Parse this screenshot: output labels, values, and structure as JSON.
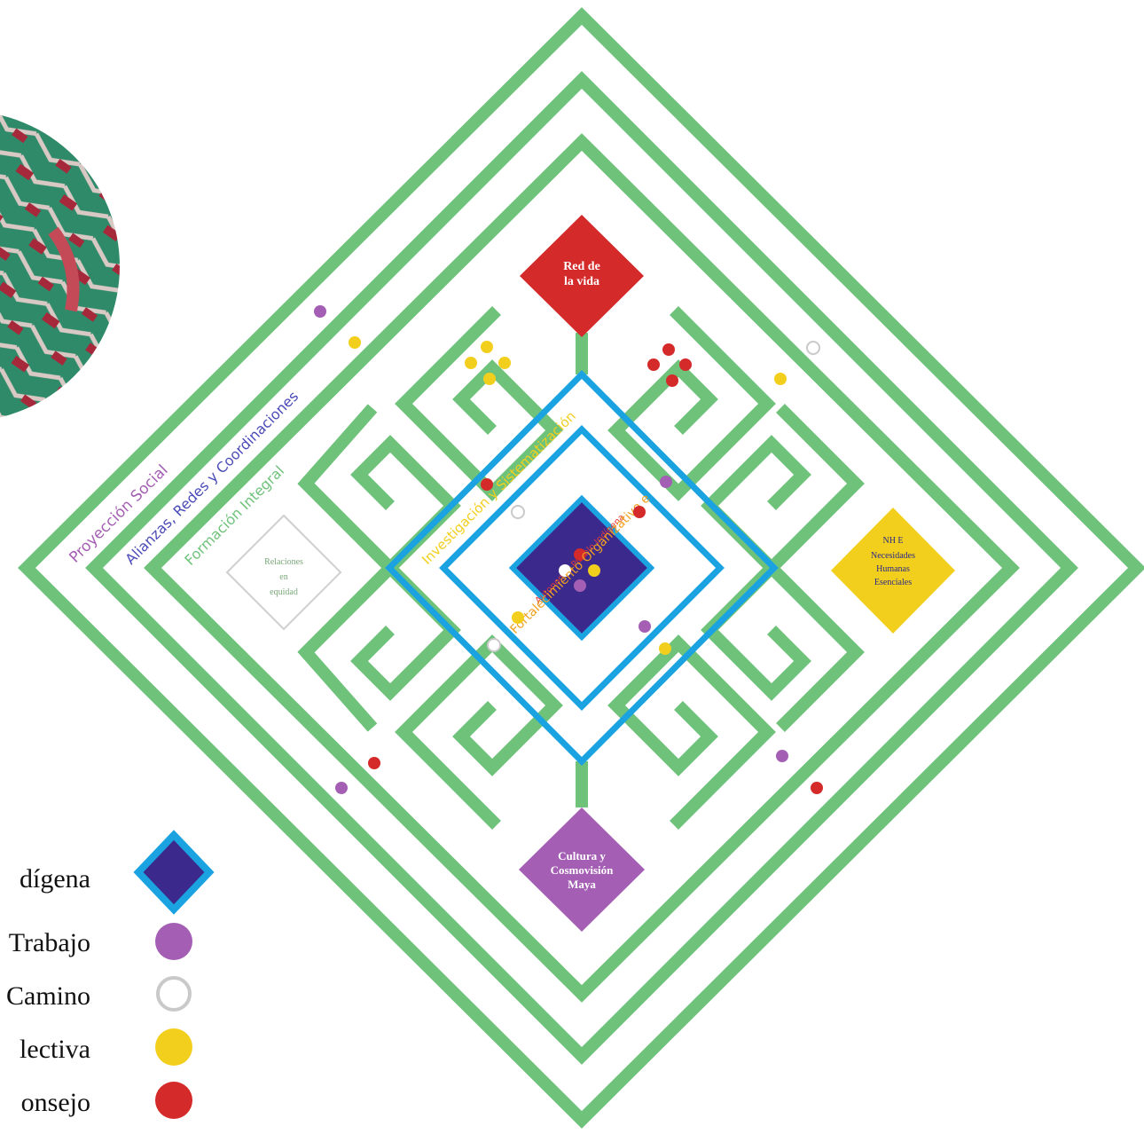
{
  "colors": {
    "green": "#6ec27a",
    "blue": "#1aa3e0",
    "indigo": "#3b2a8c",
    "red": "#d42a2a",
    "purple": "#a45fb4",
    "yellow": "#f3cf1d",
    "white_dot_stroke": "#c9c9c9",
    "text": "#111111"
  },
  "diamond_labels": {
    "top": [
      "Red de",
      "la vida"
    ],
    "bottom": [
      "Cultura y",
      "Cosmovisión",
      "Maya"
    ],
    "right": [
      "NH E",
      "Necesidades",
      "Humanas",
      "Esenciales"
    ],
    "left": [
      "Relaciones",
      "en",
      "equidad"
    ]
  },
  "ring_labels": {
    "proyeccion": "Proyección Social",
    "alianzas": "Alianzas, Redes y Coordinaciones",
    "formacion": "Formación Integral",
    "investigacion": "Investigación y Sistematización",
    "fortalecimiento": "Fortalecimiento Organizativo e Institucional",
    "centro": "Autonomía Pueblo Indígena"
  },
  "legend": [
    {
      "label": "dígena",
      "symbol": "diamond"
    },
    {
      "label": "Trabajo",
      "symbol": "purple-dot"
    },
    {
      "label": "Camino",
      "symbol": "white-dot"
    },
    {
      "label": "lectiva",
      "symbol": "yellow-dot"
    },
    {
      "label": "onsejo",
      "symbol": "red-dot"
    }
  ],
  "textile_icon": "woven-textile-photo"
}
